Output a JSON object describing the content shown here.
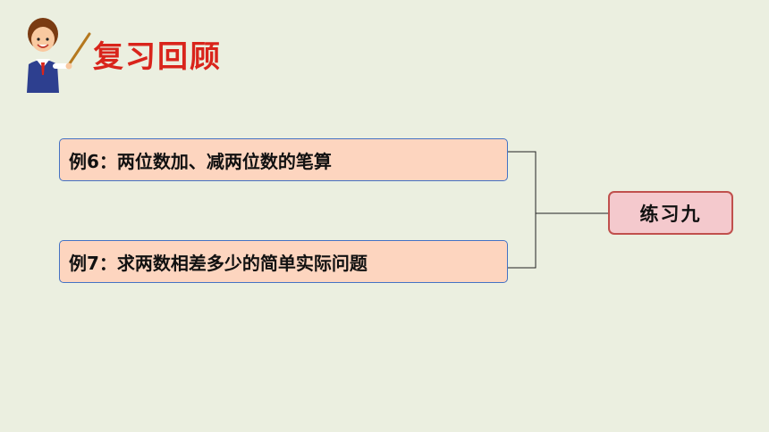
{
  "header": {
    "title": "复习回顾",
    "icon": "teacher-pointer-icon"
  },
  "items": [
    {
      "label": "例6：两位数加、减两位数的笔算"
    },
    {
      "label": "例7：求两数相差多少的简单实际问题"
    }
  ],
  "center": {
    "label": "练习九"
  },
  "colors": {
    "background": "#ebefe0",
    "title": "#d9241b",
    "item_fill": "#fdd5bf",
    "item_border": "#4472c4",
    "center_fill": "#f4c9cd",
    "center_border": "#c0504d"
  }
}
